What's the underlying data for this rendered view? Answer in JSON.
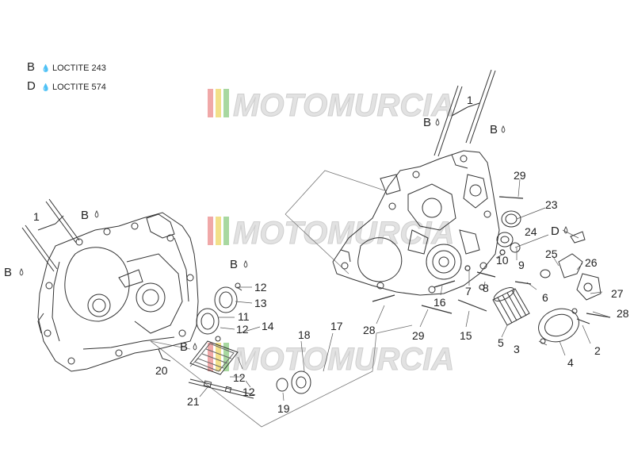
{
  "legend": [
    {
      "code": "B",
      "label": "LOCTITE 243"
    },
    {
      "code": "D",
      "label": "LOCTITE 574"
    }
  ],
  "watermark": "MOTOMURCIA",
  "colors": {
    "line": "#333333",
    "thin": "#666666",
    "watermark_text": "#e2e2e2",
    "stripe_red": "#f0a8a8",
    "stripe_yellow": "#f2e08a",
    "stripe_green": "#a8d8a0"
  },
  "markers": [
    "B",
    "B",
    "B",
    "B",
    "B",
    "B",
    "D"
  ],
  "callouts": [
    "1",
    "1",
    "2",
    "3",
    "4",
    "5",
    "6",
    "7",
    "8",
    "9",
    "10",
    "11",
    "12",
    "12",
    "12",
    "12",
    "13",
    "14",
    "15",
    "16",
    "17",
    "18",
    "19",
    "20",
    "21",
    "23",
    "24",
    "25",
    "26",
    "27",
    "28",
    "28",
    "29",
    "29"
  ]
}
